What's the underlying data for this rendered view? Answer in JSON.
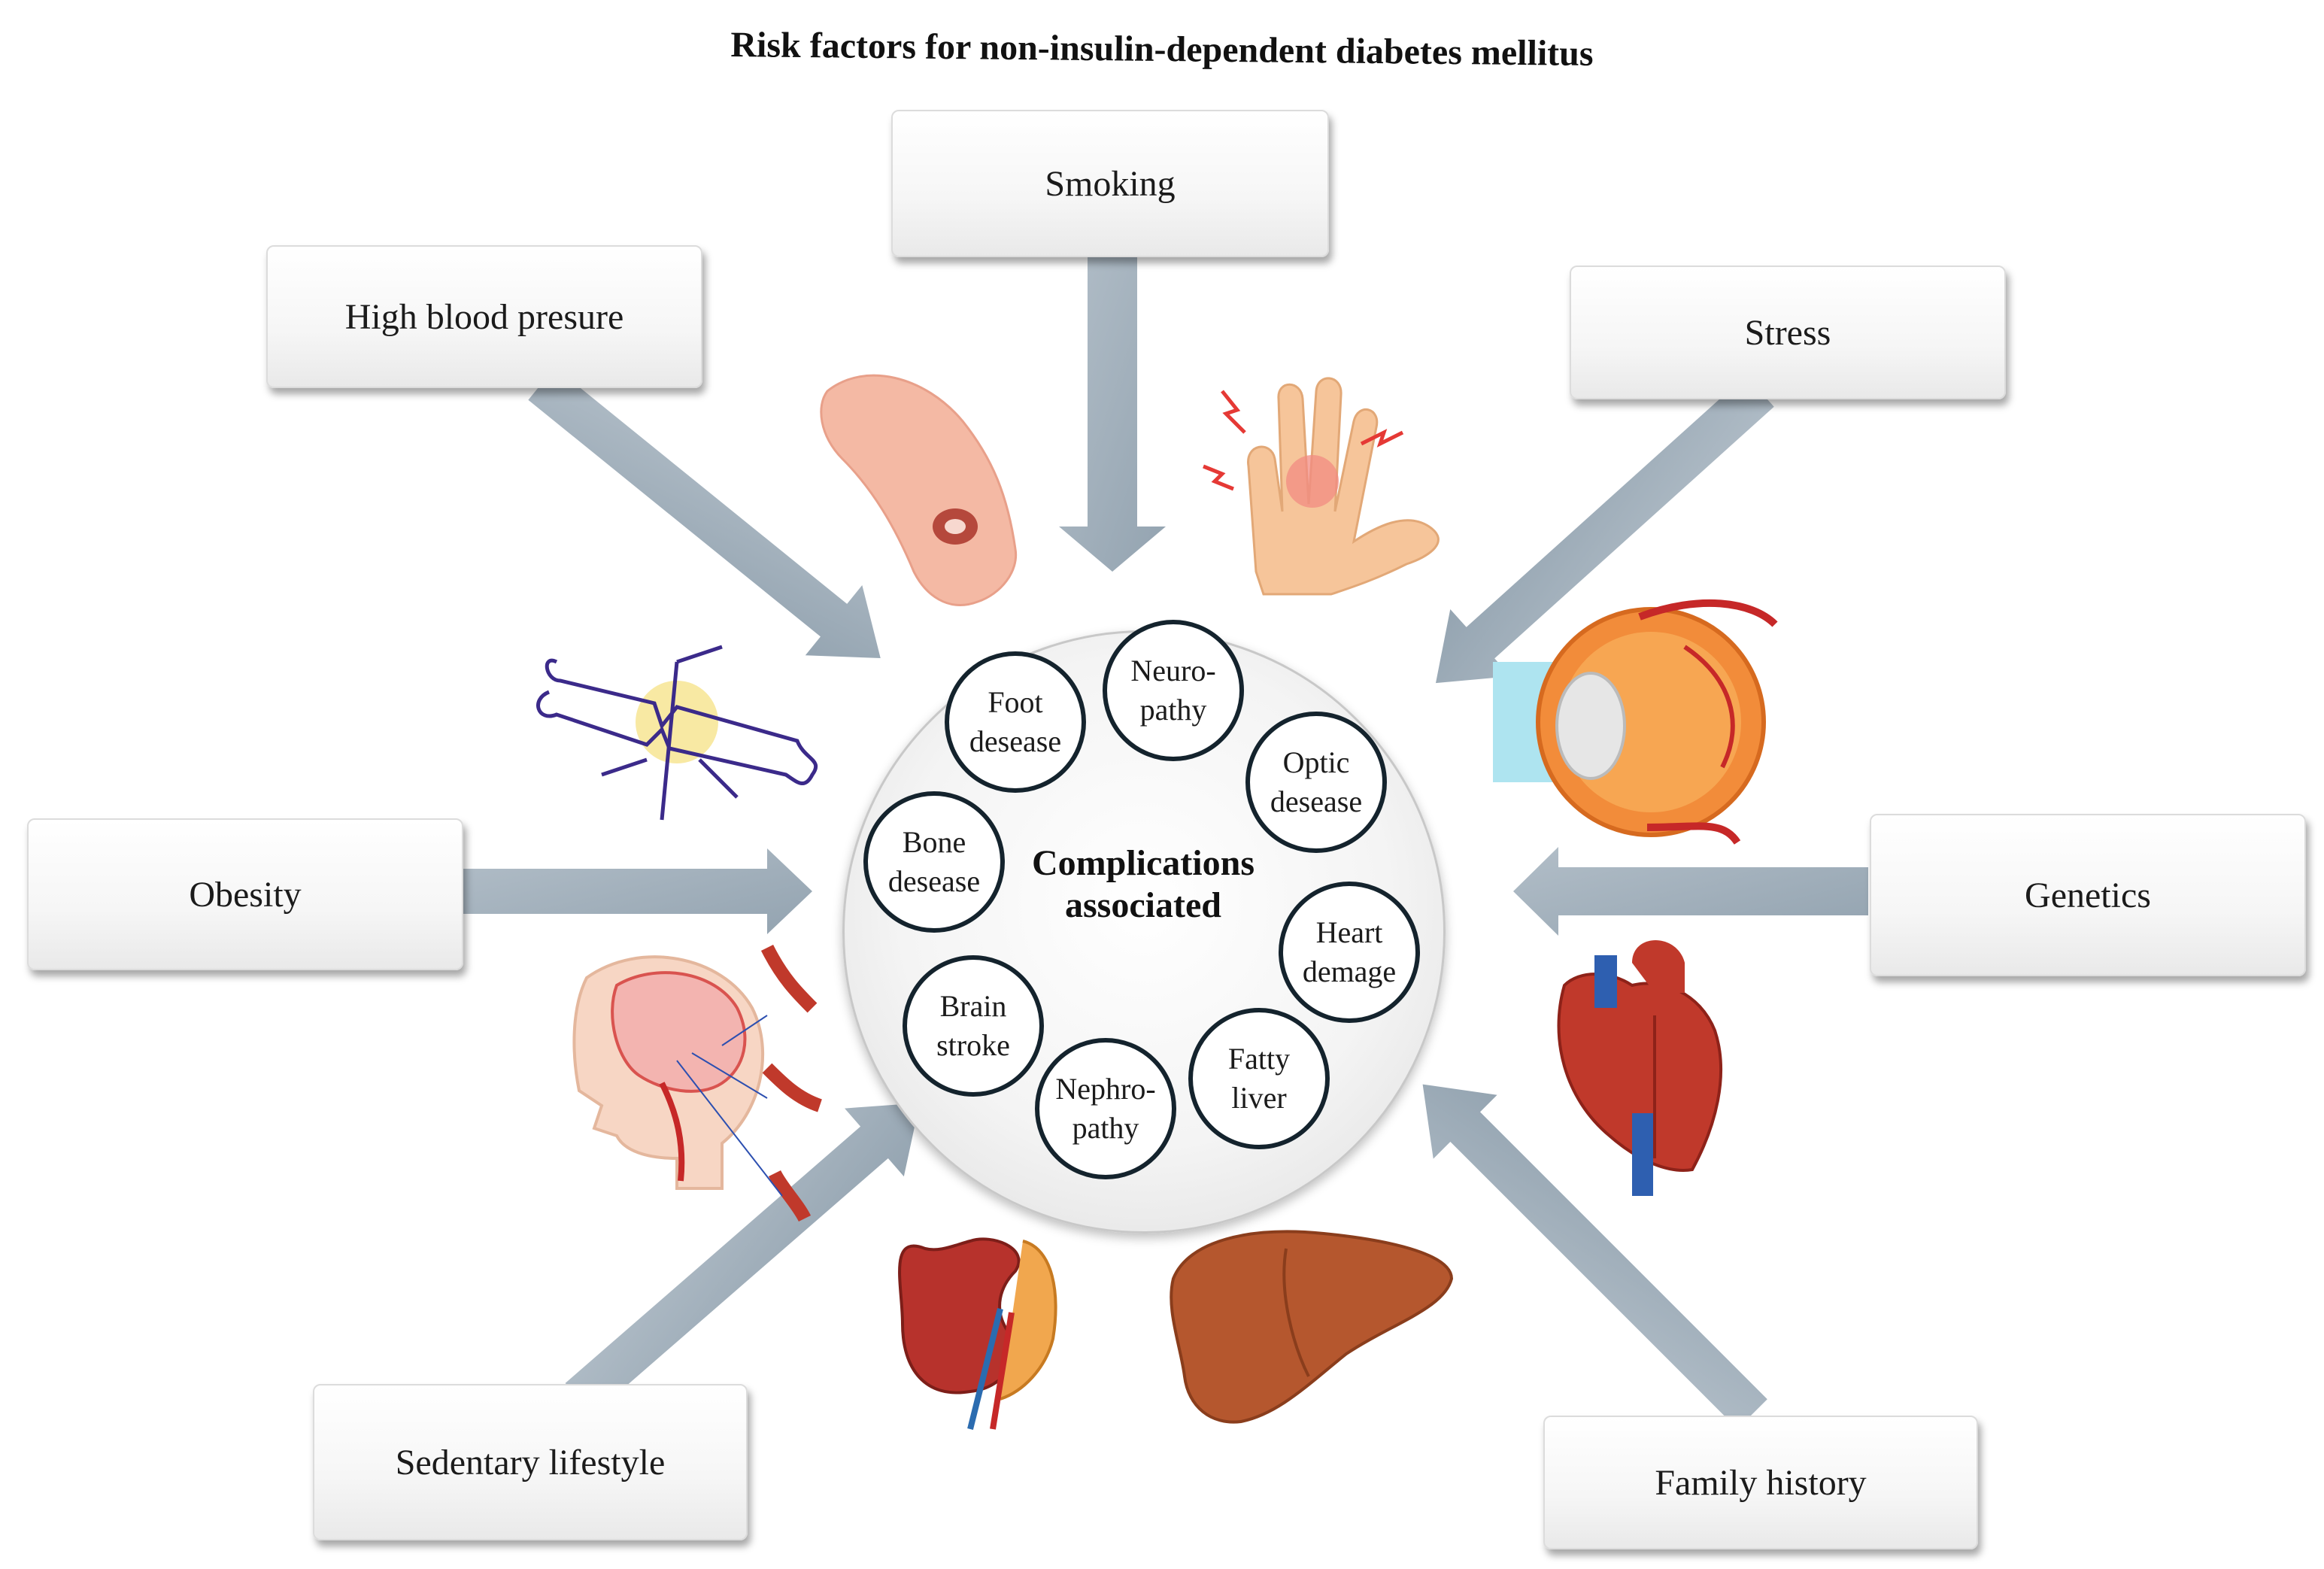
{
  "title": "Risk factors for non-insulin-dependent diabetes mellitus",
  "center_label_lines": [
    "Complications",
    "associated"
  ],
  "risk_factors": [
    {
      "label": "Smoking"
    },
    {
      "label": "High blood presure"
    },
    {
      "label": "Stress"
    },
    {
      "label": "Obesity"
    },
    {
      "label": "Genetics"
    },
    {
      "label": "Sedentary lifestyle"
    },
    {
      "label": "Family history"
    }
  ],
  "complications": [
    {
      "lines": [
        "Foot",
        "desease"
      ]
    },
    {
      "lines": [
        "Neuro-",
        "pathy"
      ]
    },
    {
      "lines": [
        "Optic",
        "desease"
      ]
    },
    {
      "lines": [
        "Heart",
        "demage"
      ]
    },
    {
      "lines": [
        "Fatty",
        "liver"
      ]
    },
    {
      "lines": [
        "Nephro-",
        "pathy"
      ]
    },
    {
      "lines": [
        "Brain",
        "stroke"
      ]
    },
    {
      "lines": [
        "Bone",
        "desease"
      ]
    }
  ],
  "illustrations": [
    "foot-ulcer-icon",
    "painful-hand-icon",
    "eye-anatomy-icon",
    "heart-anatomy-icon",
    "liver-icon",
    "kidney-icon",
    "brain-vessels-icon",
    "broken-bone-icon"
  ],
  "colors": {
    "arrow": "#a5b3be",
    "circle_border": "#14232d"
  }
}
